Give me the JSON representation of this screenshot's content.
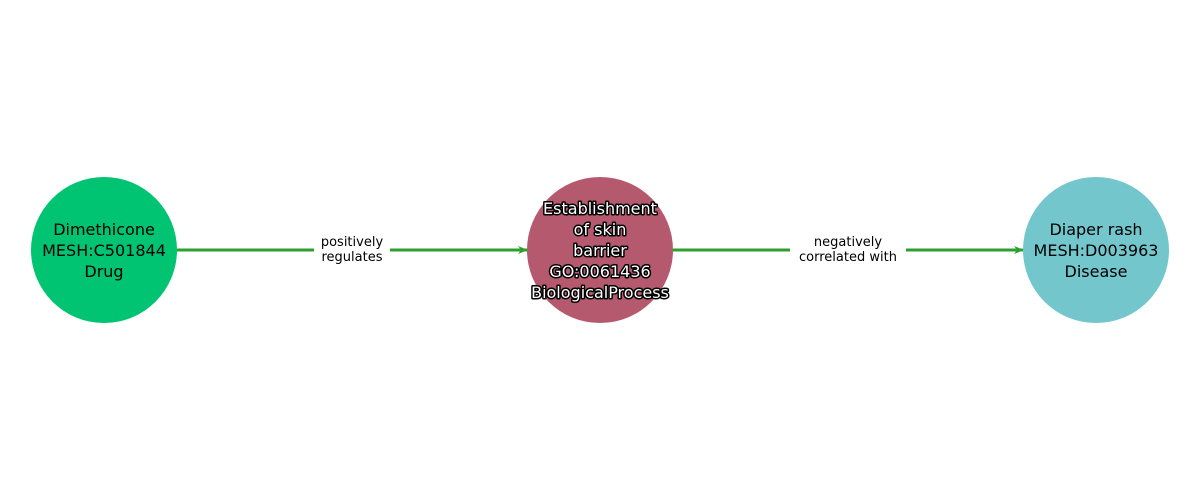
{
  "colors": {
    "edge": "#2ca02c",
    "drug": "#00c471",
    "process": "#b55a6e",
    "disease": "#72c6cc"
  },
  "nodes": [
    {
      "id": "drug",
      "lines": [
        "Dimethicone",
        "MESH:C501844",
        "Drug"
      ],
      "color": "#00c471",
      "outlined": false
    },
    {
      "id": "process",
      "lines": [
        "Establishment",
        "of skin",
        "barrier",
        "GO:0061436",
        "BiologicalProcess"
      ],
      "color": "#b55a6e",
      "outlined": true
    },
    {
      "id": "disease",
      "lines": [
        "Diaper rash",
        "MESH:D003963",
        "Disease"
      ],
      "color": "#72c6cc",
      "outlined": false
    }
  ],
  "edges": [
    {
      "from": "drug",
      "to": "process",
      "lines": [
        "positively",
        "regulates"
      ]
    },
    {
      "from": "process",
      "to": "disease",
      "lines": [
        "negatively",
        "correlated with"
      ]
    }
  ]
}
